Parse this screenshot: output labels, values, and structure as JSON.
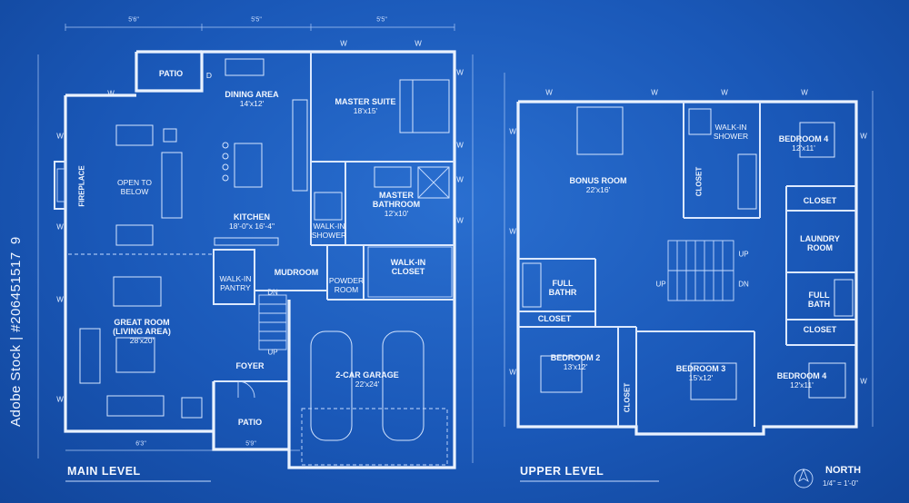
{
  "main_level": {
    "title": "MAIN LEVEL",
    "rooms": [
      {
        "id": "patio_top",
        "name": "PATIO",
        "size": ""
      },
      {
        "id": "dining",
        "name": "DINING AREA",
        "size": "14'x12'"
      },
      {
        "id": "master_suite",
        "name": "MASTER SUITE",
        "size": "18'x15'"
      },
      {
        "id": "open_below",
        "name": "OPEN TO",
        "size": "BELOW"
      },
      {
        "id": "kitchen",
        "name": "KITCHEN",
        "size": "18'-0\"x 16'-4\""
      },
      {
        "id": "master_bath",
        "name": "MASTER",
        "size": "BATHROOM"
      },
      {
        "id": "master_bath_size",
        "name": "",
        "size": "12'x10'"
      },
      {
        "id": "walkin_shower",
        "name": "WALK-IN",
        "size": "SHOWER"
      },
      {
        "id": "walkin_closet",
        "name": "WALK-IN",
        "size": "CLOSET"
      },
      {
        "id": "walkin_pantry",
        "name": "WALK-IN",
        "size": "PANTRY"
      },
      {
        "id": "mudroom",
        "name": "MUDROOM",
        "size": ""
      },
      {
        "id": "powder",
        "name": "POWDER",
        "size": "ROOM"
      },
      {
        "id": "great_room",
        "name": "GREAT ROOM",
        "size": "(LIVING AREA)"
      },
      {
        "id": "great_room_size",
        "name": "",
        "size": "28'x20'"
      },
      {
        "id": "foyer",
        "name": "FOYER",
        "size": ""
      },
      {
        "id": "garage",
        "name": "2-CAR GARAGE",
        "size": "22'x24'"
      },
      {
        "id": "patio_bottom",
        "name": "PATIO",
        "size": ""
      }
    ],
    "fireplace": "FIREPLACE",
    "stairs": {
      "dn": "DN",
      "up": "UP"
    },
    "door_mark": "D",
    "dims": {
      "top1": "5'6\"",
      "top2": "5'5\"",
      "top3": "5'5\"",
      "bottom1": "6'3\"",
      "bottom2": "5'9\""
    }
  },
  "upper_level": {
    "title": "UPPER LEVEL",
    "rooms": [
      {
        "id": "bonus",
        "name": "BONUS ROOM",
        "size": "22'x16'"
      },
      {
        "id": "walkin_shower",
        "name": "WALK-IN",
        "size": "SHOWER"
      },
      {
        "id": "bedroom4_top",
        "name": "BEDROOM 4",
        "size": "12'x11'"
      },
      {
        "id": "laundry",
        "name": "LAUNDRY",
        "size": "ROOM"
      },
      {
        "id": "full_bath_left",
        "name": "FULL",
        "size": "BATHR"
      },
      {
        "id": "full_bath_right",
        "name": "FULL",
        "size": "BATH"
      },
      {
        "id": "bedroom2",
        "name": "BEDROOM 2",
        "size": "13'x12'"
      },
      {
        "id": "bedroom3",
        "name": "BEDROOM 3",
        "size": "15'x12'"
      },
      {
        "id": "bedroom4_bottom",
        "name": "BEDROOM 4",
        "size": "12'x11'"
      }
    ],
    "closets": {
      "left": "CLOSET",
      "right_top": "CLOSET",
      "right_bottom": "CLOSET",
      "vertical1": "CLOSET",
      "vertical2": "CLOSET"
    },
    "stairs": {
      "up1": "UP",
      "up2": "UP",
      "dn": "DN"
    }
  },
  "window_mark": "W",
  "north": {
    "label": "NORTH",
    "scale": "1/4\" = 1'-0\"",
    "symbol": "N"
  },
  "watermark": {
    "side_id": "Adobe Stock | #206451517  9",
    "brand": "Adobe Stock"
  }
}
